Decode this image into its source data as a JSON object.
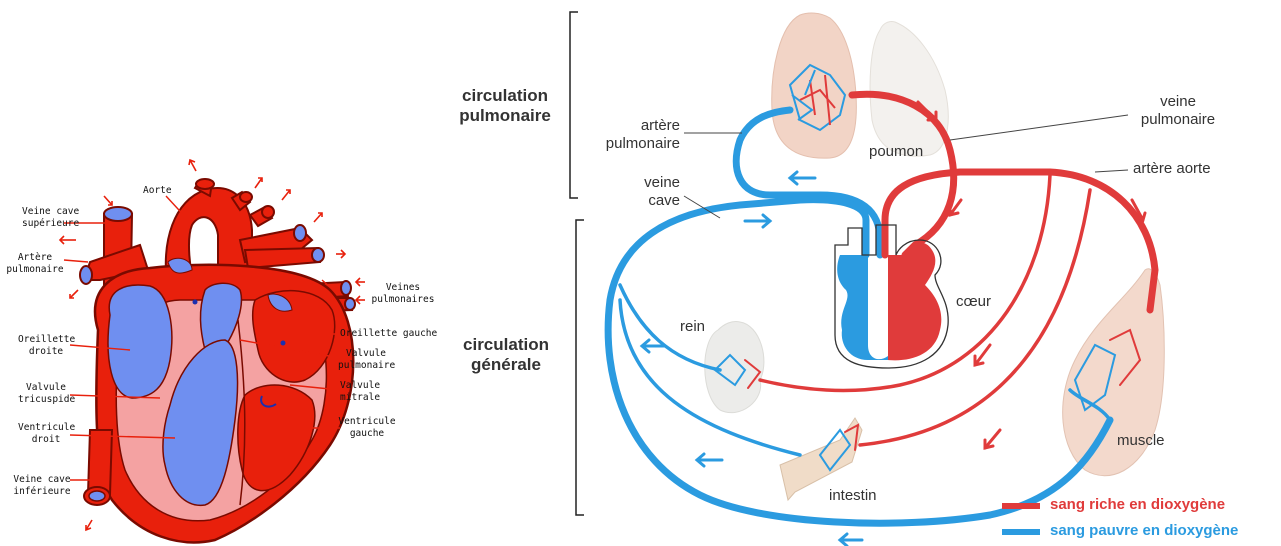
{
  "heart": {
    "labels": {
      "aorte": "Aorte",
      "veine_cave_sup": [
        "Veine cave",
        "supérieure"
      ],
      "artere_pulmonaire": [
        "Artère",
        "pulmonaire"
      ],
      "veines_pulmonaires": [
        "Veines",
        "pulmonaires"
      ],
      "oreillette_gauche": "Oreillette gauche",
      "oreillette_droite": [
        "Oreillette",
        "droite"
      ],
      "valvule_pulmonaire": [
        "Valvule",
        "pulmonaire"
      ],
      "valvule_tricuspide": [
        "Valvule",
        "tricuspide"
      ],
      "valvule_mitrale": [
        "Valvule",
        "mitrale"
      ],
      "ventricule_droit": [
        "Ventricule",
        "droit"
      ],
      "ventricule_gauche": [
        "Ventricule",
        "gauche"
      ],
      "veine_cave_inf": [
        "Veine cave",
        "inférieure"
      ]
    }
  },
  "circulation": {
    "pulmonaire": [
      "circulation",
      "pulmonaire"
    ],
    "generale": [
      "circulation",
      "générale"
    ],
    "labels": {
      "artere_pulmonaire": [
        "artère",
        "pulmonaire"
      ],
      "veine_cave": [
        "veine",
        "cave"
      ],
      "veine_pulmonaire": [
        "veine",
        "pulmonaire"
      ],
      "artere_aorte": "artère aorte",
      "poumon": "poumon",
      "coeur": "cœur",
      "rein": "rein",
      "intestin": "intestin",
      "muscle": "muscle"
    }
  },
  "legend": {
    "items": [
      {
        "label": "sang riche en dioxygène",
        "color": "#e03b3b"
      },
      {
        "label": "sang pauvre en dioxygène",
        "color": "#2b9be0"
      }
    ]
  },
  "colors": {
    "red": "#e03b3b",
    "blue": "#2b9be0",
    "heart_red": "#e8200c",
    "heart_blue": "#6f8ff0"
  }
}
